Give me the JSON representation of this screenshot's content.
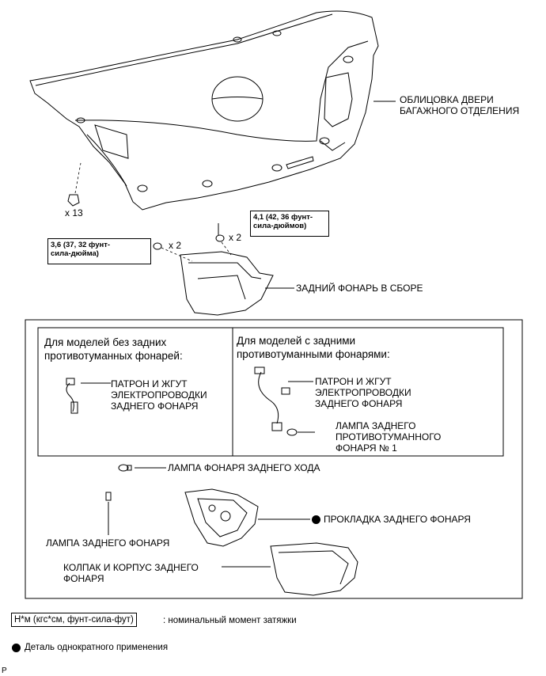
{
  "labels": {
    "trunk_lining": "ОБЛИЦОВКА ДВЕРИ\nБАГАЖНОГО ОТДЕЛЕНИЯ",
    "qty_clips": "x 13",
    "torque_a": "4,1 (42, 36 фунт-\nсила-дюймов)",
    "qty_a": "x 2",
    "torque_b": "3,6 (37, 32 фунт-\nсила-дюйма)",
    "qty_b": "x 2",
    "rear_lamp_assy": "ЗАДНИЙ ФОНАРЬ В СБОРЕ",
    "panel_left_title": "Для моделей без задних\nпротивотуманных фонарей:",
    "panel_right_title": "Для моделей с задними\nпротивотуманными фонарями:",
    "socket_left": "ПАТРОН И ЖГУТ\nЭЛЕКТРОПРОВОДКИ\nЗАДНЕГО ФОНАРЯ",
    "socket_right": "ПАТРОН И ЖГУТ\nЭЛЕКТРОПРОВОДКИ\nЗАДНЕГО ФОНАРЯ",
    "fog_bulb": "ЛАМПА ЗАДНЕГО\nПРОТИВОТУМАННОГО\nФОНАРЯ № 1",
    "reverse_bulb": "ЛАМПА ФОНАРЯ ЗАДНЕГО ХОДА",
    "gasket": "ПРОКЛАДКА ЗАДНЕГО ФОНАРЯ",
    "rear_bulb": "ЛАМПА ЗАДНЕГО ФОНАРЯ",
    "lens_housing": "КОЛПАК И КОРПУС ЗАДНЕГО\nФОНАРЯ"
  },
  "legend": {
    "torque_unit": "Н*м (кгс*см, фунт-сила-фут)",
    "torque_desc": ": номинальный момент затяжки",
    "single_use": "Деталь однократного применения",
    "page_mark": "P"
  }
}
